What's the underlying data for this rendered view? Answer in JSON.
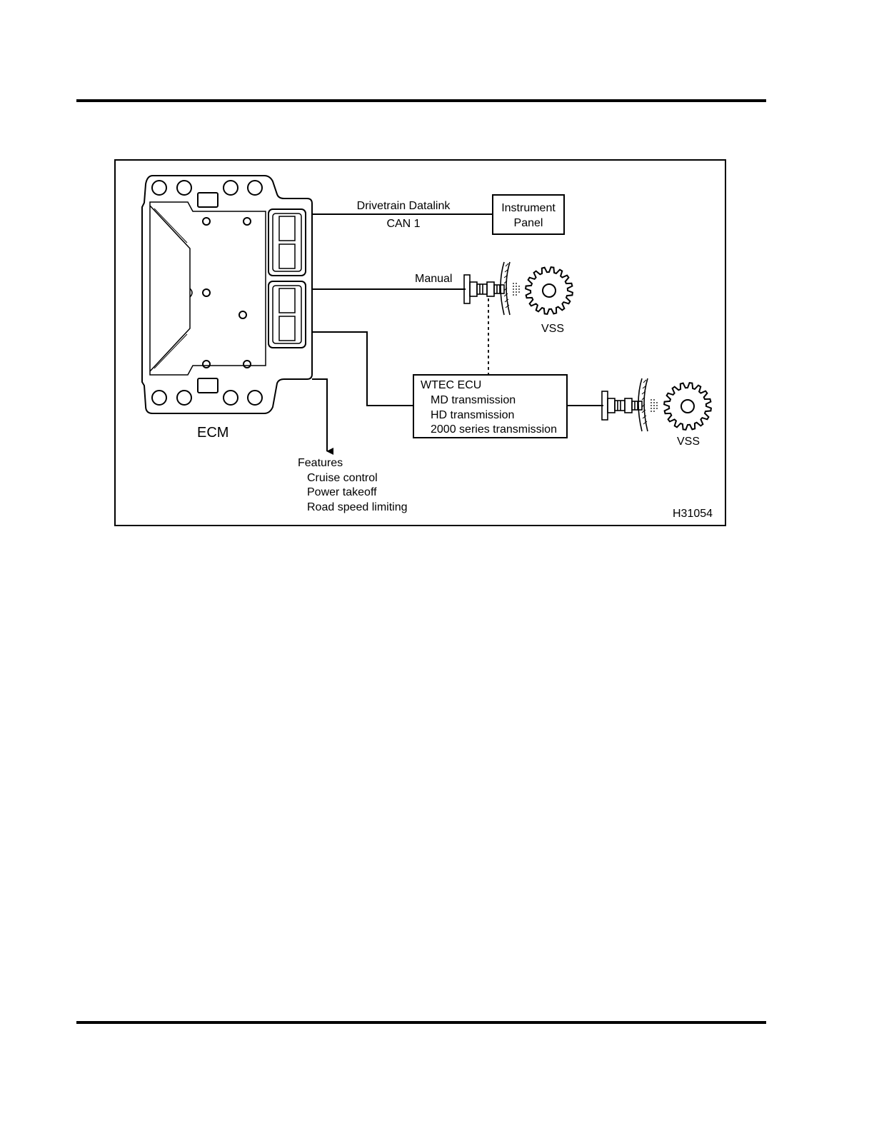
{
  "labels": {
    "drivetrain_datalink": "Drivetrain Datalink",
    "can1": "CAN 1",
    "instrument_panel_line1": "Instrument",
    "instrument_panel_line2": "Panel",
    "manual": "Manual",
    "vss_top": "VSS",
    "vss_bottom": "VSS",
    "ecm": "ECM",
    "wtec_title": "WTEC ECU",
    "wtec_items": [
      "MD transmission",
      "HD transmission",
      "2000 series transmission"
    ],
    "features_title": "Features",
    "features_items": [
      "Cruise control",
      "Power takeoff",
      "Road speed limiting"
    ],
    "figure_id": "H31054"
  }
}
